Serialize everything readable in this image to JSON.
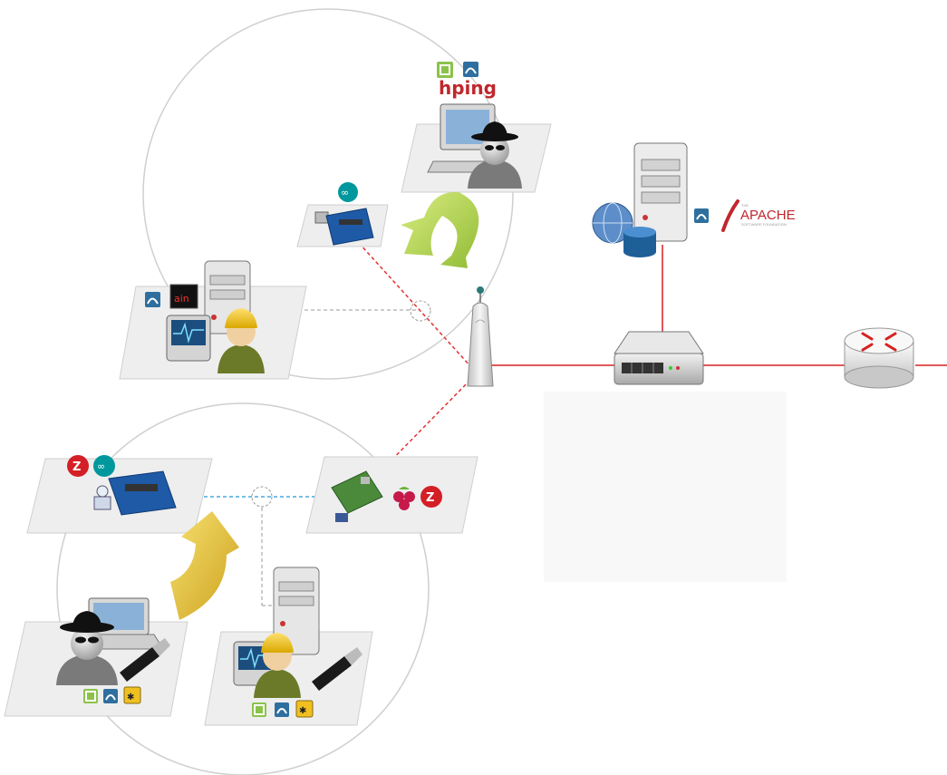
{
  "diagram": {
    "labels": {
      "hping_logo": "hping",
      "apache_logo": "APACHE",
      "apache_sub": "THE",
      "apache_foundation": "SOFTWARE FOUNDATION",
      "cain_logo": "ain"
    },
    "colors": {
      "wired_link": "#d62020",
      "wireless_link": "#e53030",
      "zigbee_link": "#4aa8e0",
      "internal_link": "#999999",
      "arrow_green": "#9cc43a",
      "arrow_gold": "#d4a816",
      "platform": "#eeeeee",
      "circle": "#cfcfcf"
    },
    "icons": {
      "mint": "linux-mint-icon",
      "wireshark": "wireshark-icon",
      "arduino": "arduino-icon",
      "zigbee": "zigbee-icon",
      "raspberry": "raspberry-pi-icon",
      "killerbee": "killerbee-icon",
      "globe": "globe-icon",
      "database": "database-icon"
    }
  }
}
